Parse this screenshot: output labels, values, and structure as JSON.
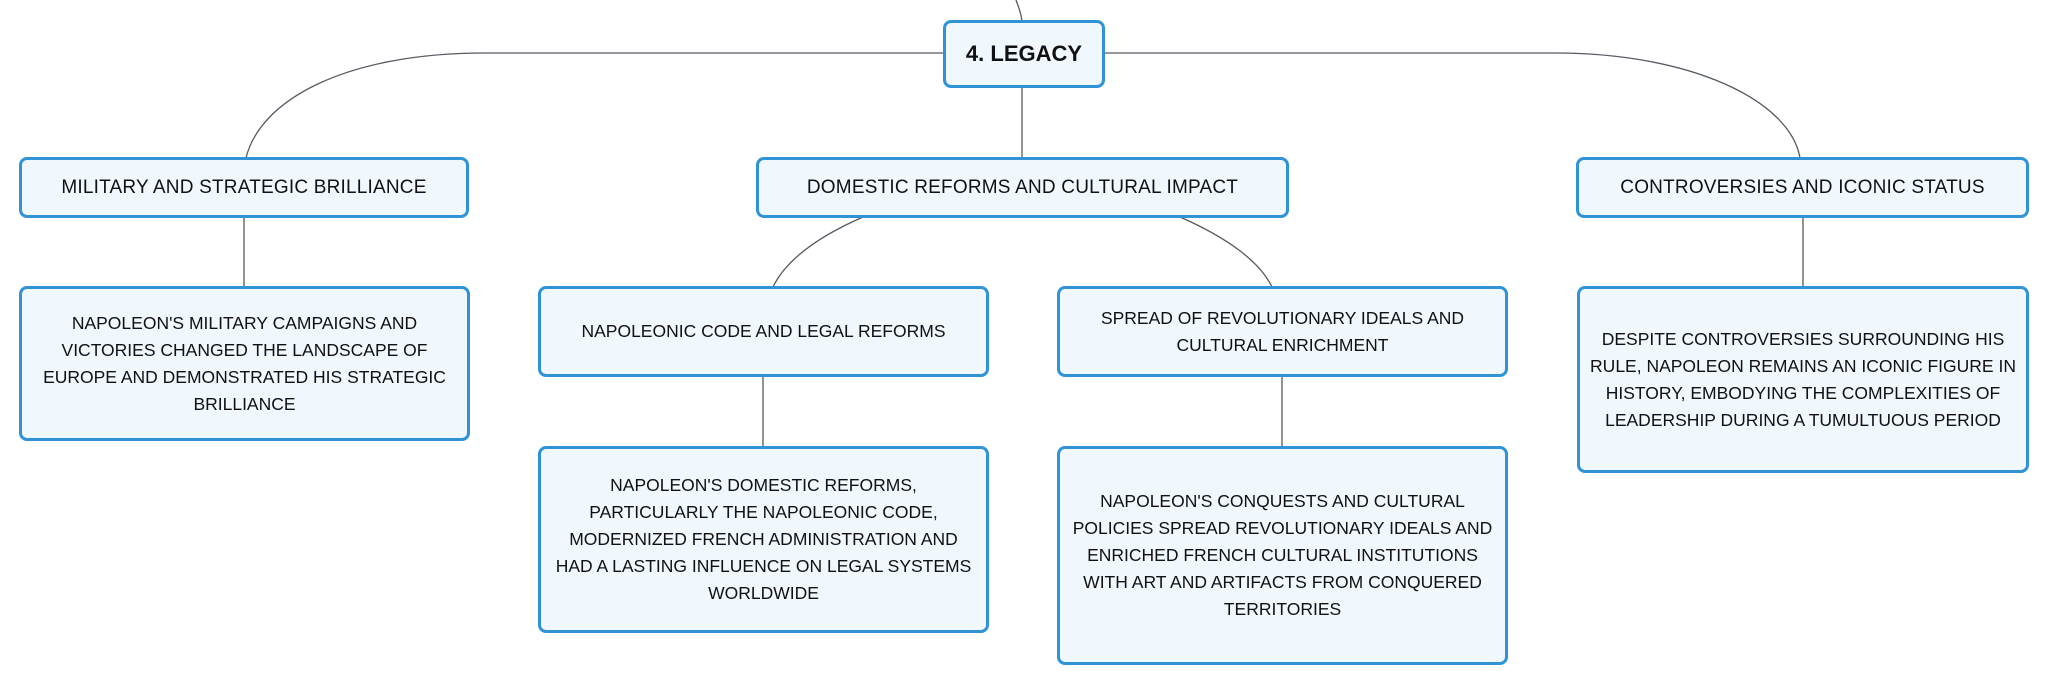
{
  "root": {
    "label": "4. LEGACY"
  },
  "branches": [
    {
      "label": "MILITARY AND STRATEGIC BRILLIANCE"
    },
    {
      "label": "DOMESTIC REFORMS AND CULTURAL IMPACT"
    },
    {
      "label": "CONTROVERSIES AND ICONIC STATUS"
    }
  ],
  "subtopics": [
    {
      "label": "NAPOLEONIC CODE AND LEGAL REFORMS"
    },
    {
      "label": "SPREAD OF REVOLUTIONARY IDEALS AND CULTURAL ENRICHMENT"
    }
  ],
  "details": [
    {
      "text": "NAPOLEON'S MILITARY CAMPAIGNS AND VICTORIES CHANGED THE LANDSCAPE OF EUROPE AND DEMONSTRATED HIS STRATEGIC BRILLIANCE"
    },
    {
      "text": "NAPOLEON'S DOMESTIC REFORMS, PARTICULARLY THE NAPOLEONIC CODE, MODERNIZED FRENCH ADMINISTRATION AND HAD A LASTING INFLUENCE ON LEGAL SYSTEMS WORLDWIDE"
    },
    {
      "text": "NAPOLEON'S CONQUESTS AND CULTURAL POLICIES SPREAD REVOLUTIONARY IDEALS AND ENRICHED FRENCH CULTURAL INSTITUTIONS WITH ART AND ARTIFACTS FROM CONQUERED TERRITORIES"
    },
    {
      "text": "DESPITE CONTROVERSIES SURROUNDING HIS RULE, NAPOLEON REMAINS AN ICONIC FIGURE IN HISTORY, EMBODYING THE COMPLEXITIES OF LEADERSHIP DURING A TUMULTUOUS PERIOD"
    }
  ],
  "colors": {
    "node_border": "#2f93d6",
    "node_fill": "#f0f7fd",
    "connector": "#555b63",
    "text": "#111111"
  }
}
